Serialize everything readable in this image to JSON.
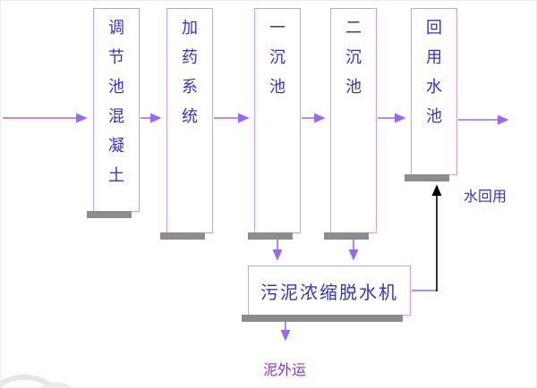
{
  "diagram": {
    "boxes": [
      {
        "id": "regulating-tank",
        "label": "调节池混凝土"
      },
      {
        "id": "dosing-system",
        "label": "加药系统"
      },
      {
        "id": "primary-settling",
        "label": "一沉池"
      },
      {
        "id": "secondary-settling",
        "label": "二沉池"
      },
      {
        "id": "reuse-water-tank",
        "label": "回用水池"
      },
      {
        "id": "sludge-dewatering",
        "label": "污泥浓缩脱水机"
      }
    ],
    "labels": {
      "water_reuse": "水回用",
      "sludge_out": "泥外运"
    },
    "colors": {
      "box_border": "#cc99ff",
      "box_text": "#3333cc",
      "arrow": "#9966ff",
      "black_arrow": "#000000",
      "shadow": "#8c8c8c",
      "sludge_out_text": "#8833cc"
    }
  }
}
